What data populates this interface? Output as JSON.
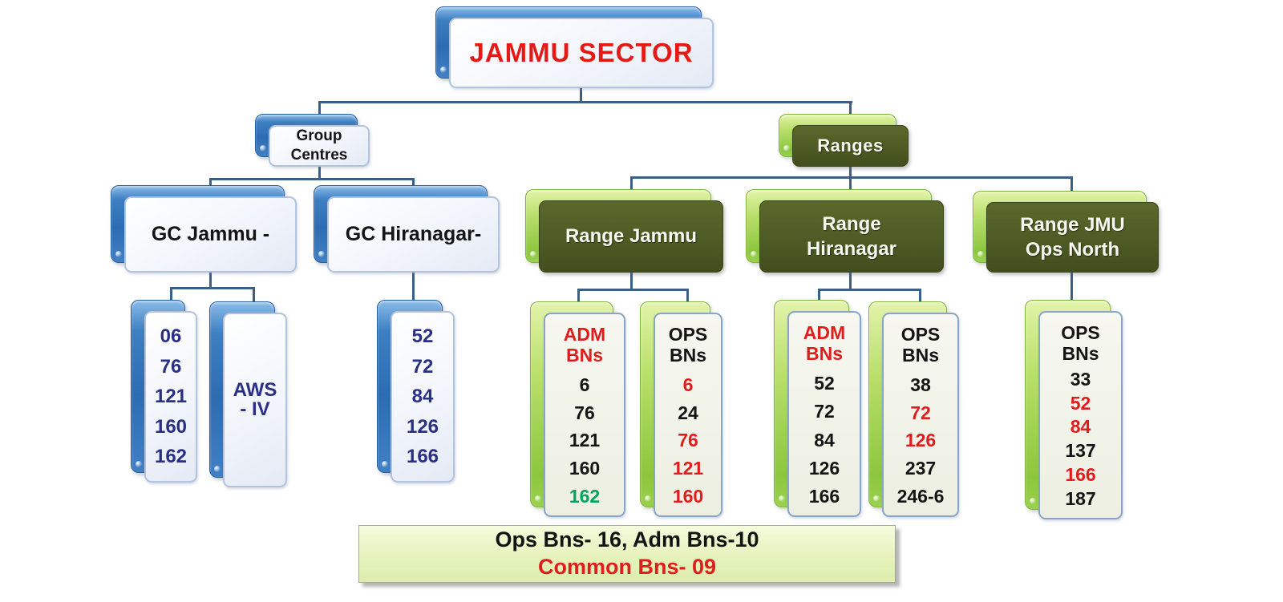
{
  "palette": {
    "accent_red": "#e01d1d",
    "navy_numbers": "#292f86",
    "green_number": "#00a35b",
    "olive_box": "#4a5722",
    "blue_shadow": "#2d6cb2",
    "green_shadow": "#8cc63e",
    "connector": "#3c5f86",
    "summary_fill": "#e6f2bc"
  },
  "root": {
    "title": "JAMMU SECTOR"
  },
  "group_centres": {
    "label": "Group\nCentres",
    "gc_jammu": {
      "label": "GC Jammu -",
      "bns": [
        {
          "t": "06",
          "c": "navy"
        },
        {
          "t": "76",
          "c": "navy"
        },
        {
          "t": "121",
          "c": "navy"
        },
        {
          "t": "160",
          "c": "navy"
        },
        {
          "t": "162",
          "c": "navy"
        }
      ],
      "aws": {
        "lines": [
          {
            "t": "AWS",
            "c": "navy"
          },
          {
            "t": "- IV",
            "c": "navy"
          }
        ]
      }
    },
    "gc_hiranagar": {
      "label": "GC Hiranagar-",
      "bns": [
        {
          "t": "52",
          "c": "navy"
        },
        {
          "t": "72",
          "c": "navy"
        },
        {
          "t": "84",
          "c": "navy"
        },
        {
          "t": "126",
          "c": "navy"
        },
        {
          "t": "166",
          "c": "navy"
        }
      ]
    }
  },
  "ranges": {
    "label": "Ranges",
    "range_jammu": {
      "label": "Range Jammu",
      "adm": {
        "header": {
          "t": "ADM\nBNs",
          "c": "red"
        },
        "values": [
          {
            "t": "6",
            "c": "black"
          },
          {
            "t": "76",
            "c": "black"
          },
          {
            "t": "121",
            "c": "black"
          },
          {
            "t": "160",
            "c": "black"
          },
          {
            "t": "162",
            "c": "green"
          }
        ]
      },
      "ops": {
        "header": {
          "t": "OPS\nBNs",
          "c": "black"
        },
        "values": [
          {
            "t": "6",
            "c": "red"
          },
          {
            "t": "24",
            "c": "black"
          },
          {
            "t": "76",
            "c": "red"
          },
          {
            "t": "121",
            "c": "red"
          },
          {
            "t": "160",
            "c": "red"
          }
        ]
      }
    },
    "range_hiranagar": {
      "label": "Range\nHiranagar",
      "adm": {
        "header": {
          "t": "ADM\nBNs",
          "c": "red"
        },
        "values": [
          {
            "t": "52",
            "c": "black"
          },
          {
            "t": "72",
            "c": "black"
          },
          {
            "t": "84",
            "c": "black"
          },
          {
            "t": "126",
            "c": "black"
          },
          {
            "t": "166",
            "c": "black"
          }
        ]
      },
      "ops": {
        "header": {
          "t": "OPS\nBNs",
          "c": "black"
        },
        "values": [
          {
            "t": "38",
            "c": "black"
          },
          {
            "t": "72",
            "c": "red"
          },
          {
            "t": "126",
            "c": "red"
          },
          {
            "t": "237",
            "c": "black"
          },
          {
            "t": "246-6",
            "c": "black"
          }
        ]
      }
    },
    "range_jmu_ops_north": {
      "label": "Range JMU\nOps North",
      "ops": {
        "header": {
          "t": "OPS\nBNs",
          "c": "black"
        },
        "values": [
          {
            "t": "33",
            "c": "black"
          },
          {
            "t": "52",
            "c": "red"
          },
          {
            "t": "84",
            "c": "red"
          },
          {
            "t": "137",
            "c": "black"
          },
          {
            "t": "166",
            "c": "red"
          },
          {
            "t": "187",
            "c": "black"
          }
        ]
      }
    }
  },
  "summary": {
    "line1": {
      "t": "Ops Bns- 16, Adm Bns-10",
      "c": "black"
    },
    "line2": {
      "t": "Common Bns- 09",
      "c": "red"
    }
  }
}
